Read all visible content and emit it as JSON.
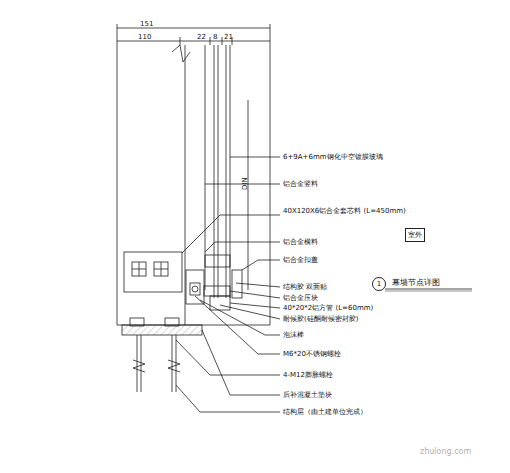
{
  "diagram": {
    "title": "幕墙节点详图",
    "nodes": [
      {
        "text": [
          "室外"
        ]
      },
      {
        "text": [
          "1"
        ]
      }
    ],
    "labels": [
      "151",
      "110",
      "22",
      "8",
      "21",
      "DIN",
      "6+9A+6mm钢化中空镀膜玻璃",
      "铝合金竖料",
      "40X120X6铝合金套芯料 (L=450mm)",
      "铝合金横料",
      "铝合金扣盖",
      "结构胶 双面贴",
      "铝合金压块",
      "40*20*2铝方管 (L=60mm)",
      "耐候胶(硅酮耐候密封胶)",
      "泡沫棒",
      "M6*20不锈钢螺栓",
      "4-M12膨胀螺栓",
      "后补混凝土垫块",
      "结构层（由土建单位完成）",
      "zhulong.com"
    ]
  }
}
